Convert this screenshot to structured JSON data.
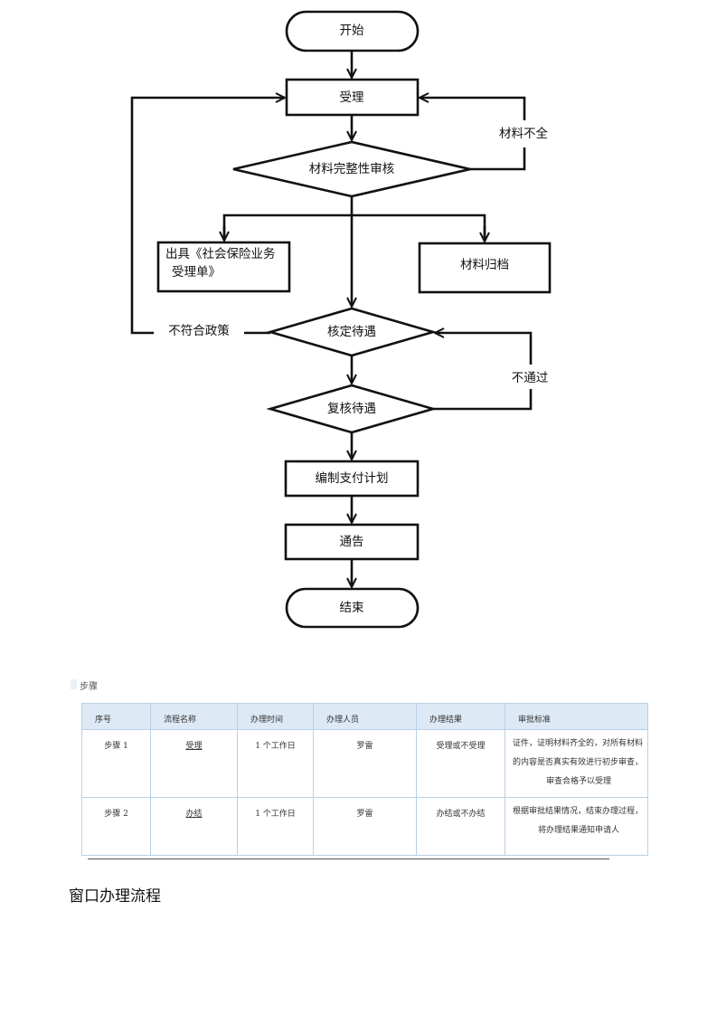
{
  "flowchart": {
    "start": "开始",
    "accept": "受理",
    "incomplete": "材料不全",
    "review": "材料完整性审核",
    "issue_line1": "出具《社会保险业务",
    "issue_line2": "受理单》",
    "archive": "材料归档",
    "not_eligible": "不符合政策",
    "verify": "核定待遇",
    "not_passed": "不通过",
    "recheck": "复核待遇",
    "plan": "编制支付计划",
    "notify": "通告",
    "end": "结束"
  },
  "steps_section": {
    "label": "步骤",
    "headers": [
      "序号",
      "流程名称",
      "办理时间",
      "办理人员",
      "办理结果",
      "审批标准"
    ],
    "rows": [
      {
        "no": "步骤 1",
        "name": "受理",
        "time": "1 个工作日",
        "staff": "罗雷",
        "result": "受理或不受理",
        "standard": [
          "证件，证明材料齐全的，对所有材料",
          "的内容是否真实有效进行初步审查，",
          "审查合格予以受理"
        ]
      },
      {
        "no": "步骤 2",
        "name": "办结",
        "time": "1 个工作日",
        "staff": "罗雷",
        "result": "办结或不办结",
        "standard": [
          "根据审批结果情况，结束办理过程，",
          "将办理结果通知申请人"
        ]
      }
    ]
  },
  "heading": "窗口办理流程",
  "colors": {
    "stroke": "#111111",
    "table_border": "#b9d0e6",
    "table_header": "#dde9f5"
  }
}
